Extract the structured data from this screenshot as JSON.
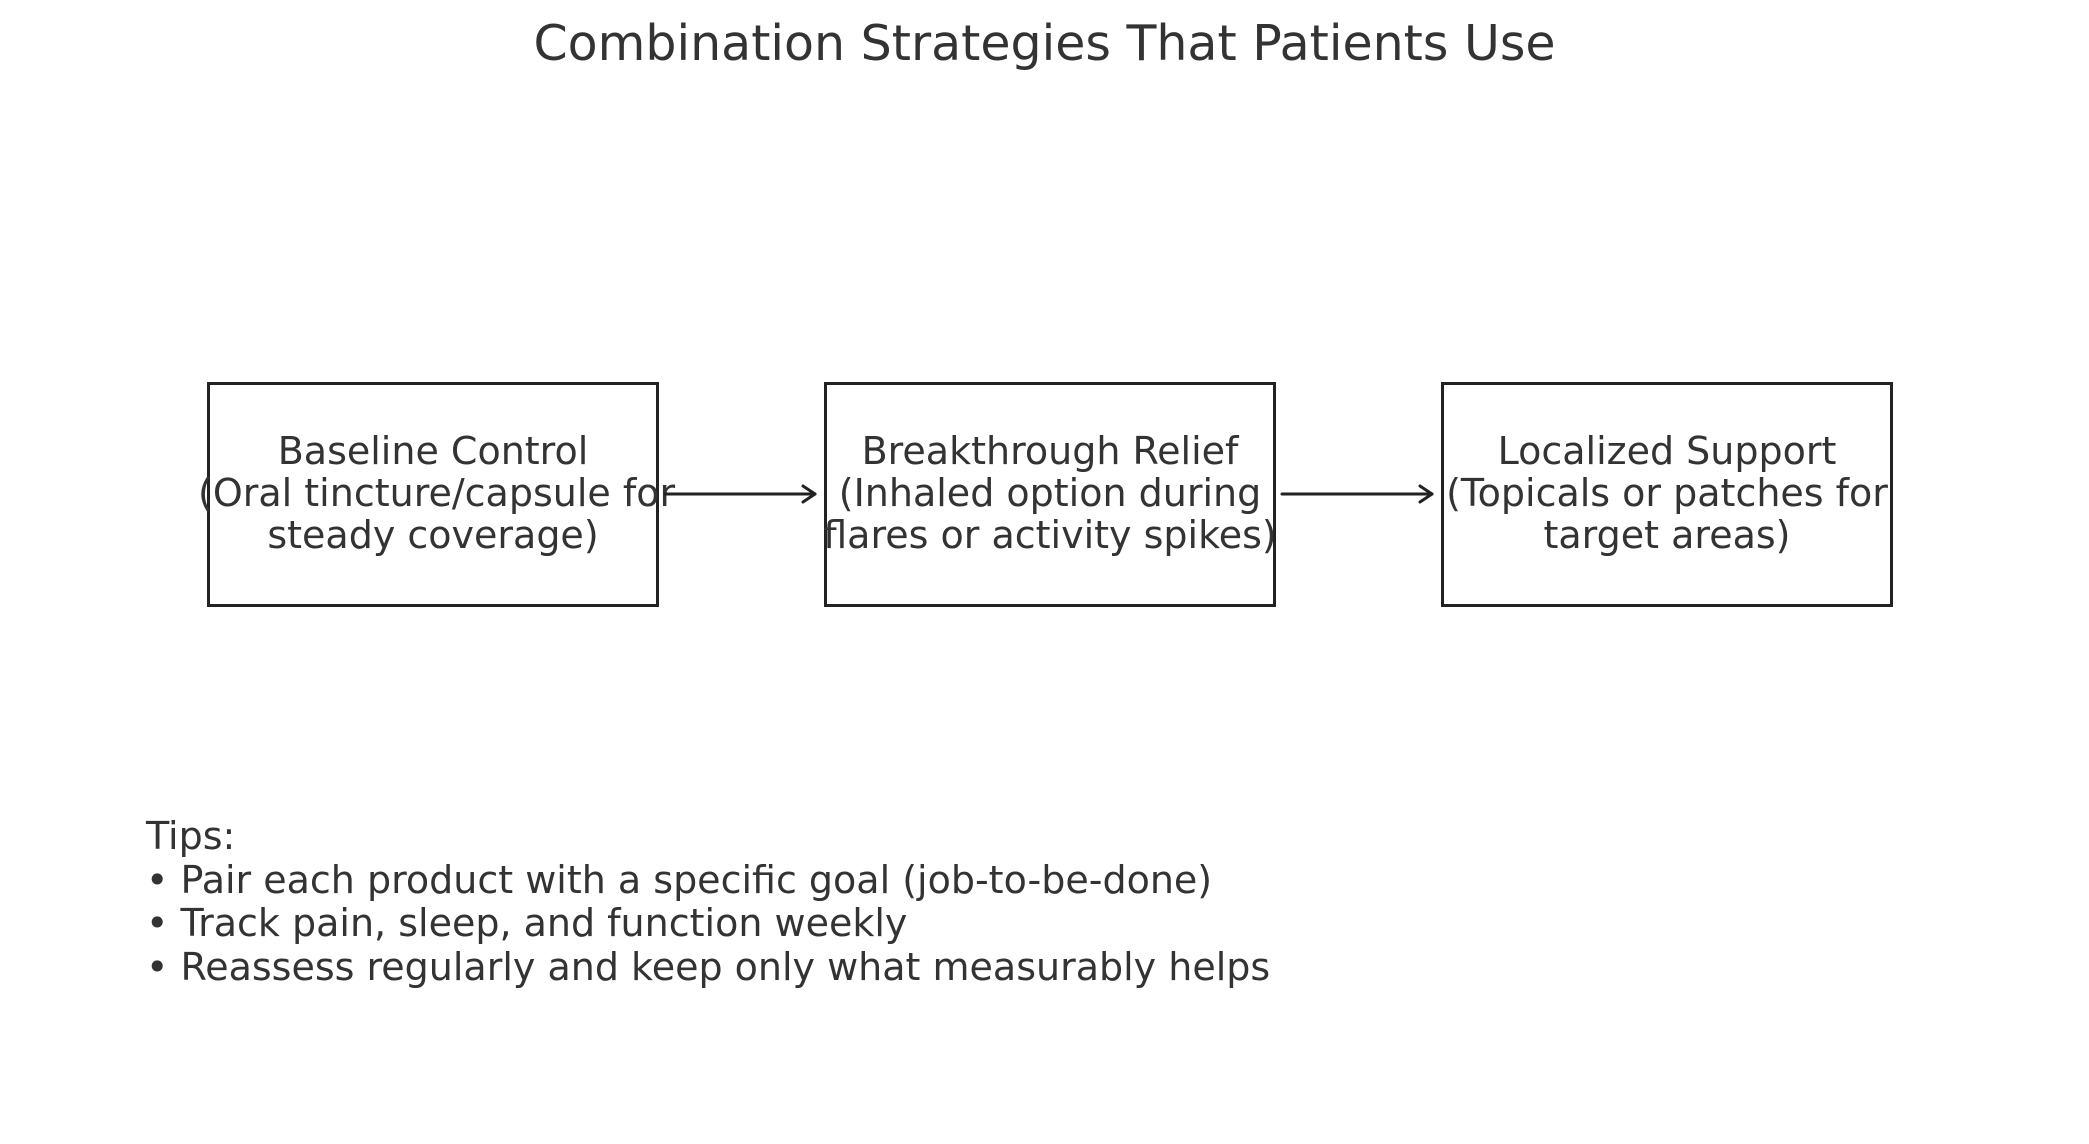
{
  "title": "Combination Strategies That Patients Use",
  "steps": [
    {
      "heading": "Baseline Control",
      "lines": [
        "(Oral tincture/capsule for",
        "steady coverage)"
      ]
    },
    {
      "heading": "Breakthrough Relief",
      "lines": [
        "(Inhaled option during",
        "flares or activity spikes)"
      ]
    },
    {
      "heading": "Localized Support",
      "lines": [
        "(Topicals or patches for",
        "target areas)"
      ]
    }
  ],
  "tips": {
    "heading": "Tips:",
    "items": [
      "• Pair each product with a specific goal (job-to-be-done)",
      "• Track pain, sleep, and function weekly",
      "• Reassess regularly and keep only what measurably helps"
    ]
  },
  "colors": {
    "text": "#333333",
    "stroke": "#222222",
    "background": "#ffffff"
  }
}
